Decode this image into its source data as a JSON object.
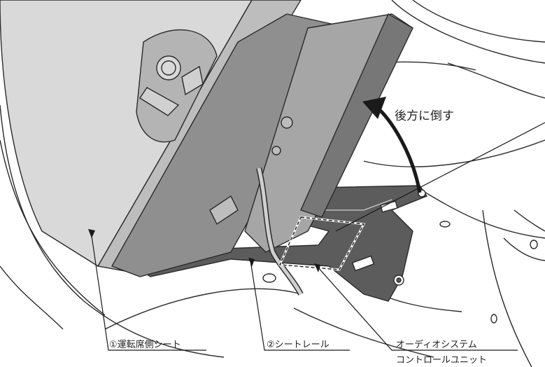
{
  "labels": {
    "rotate_instruction": "後方に倒す",
    "driver_seat": "①運転席側シート",
    "seat_rail": "②シートレール",
    "audio_unit_line1": "オーディオシステム",
    "audio_unit_line2": "コントロールユニット"
  },
  "colors": {
    "line": "#2a2a2a",
    "seat_side_fill": "#d9d9d9",
    "seat_face_fill": "#8f8f8f",
    "rail_fill": "#5c5c5c",
    "highlight_box": "#ffffff"
  }
}
